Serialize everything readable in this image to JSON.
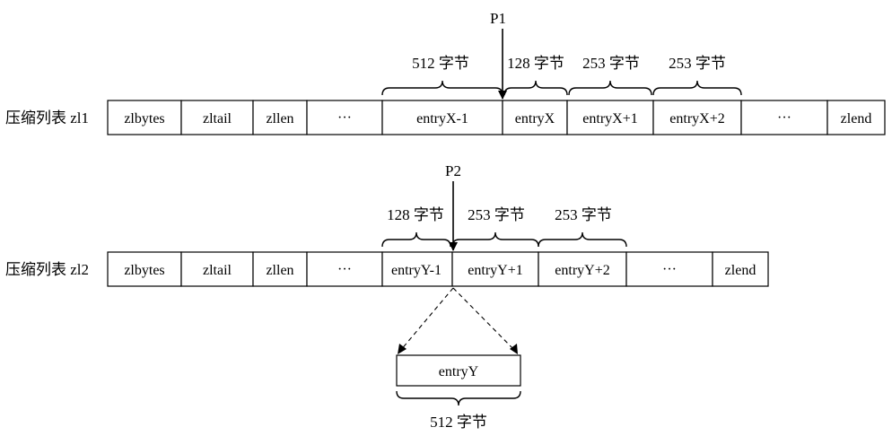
{
  "list1": {
    "label": "压缩列表 zl1",
    "cells": [
      "zlbytes",
      "zltail",
      "zllen",
      "···",
      "entryX-1",
      "entryX",
      "entryX+1",
      "entryX+2",
      "···",
      "zlend"
    ],
    "sizes": [
      "512 字节",
      "128 字节",
      "253 字节",
      "253 字节"
    ],
    "pointer": "P1"
  },
  "list2": {
    "label": "压缩列表 zl2",
    "cells": [
      "zlbytes",
      "zltail",
      "zllen",
      "···",
      "entryY-1",
      "entryY+1",
      "entryY+2",
      "···",
      "zlend"
    ],
    "sizes": [
      "128 字节",
      "253 字节",
      "253 字节"
    ],
    "pointer": "P2"
  },
  "inserted": {
    "entry": "entryY",
    "size": "512 字节"
  }
}
